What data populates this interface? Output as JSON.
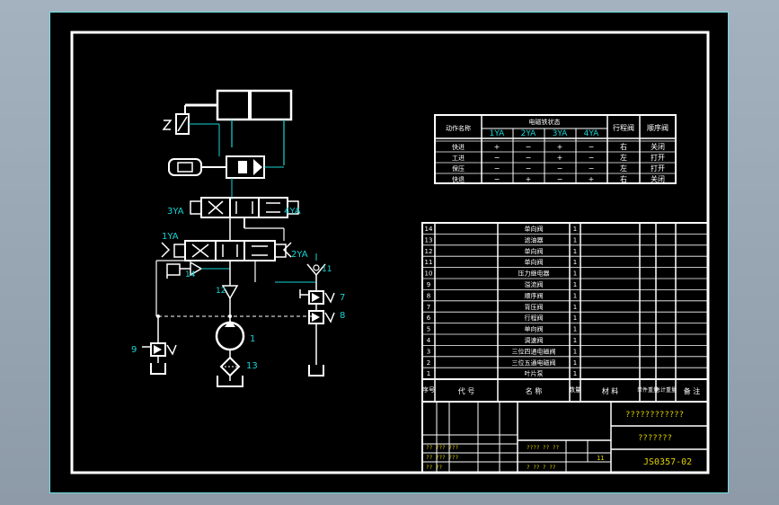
{
  "table1": {
    "action_header": "动作名称",
    "solenoid_header": "电磁铁状态",
    "travel_valve_header": "行程阀",
    "seq_valve_header": "顺序阀",
    "cols": [
      "1YA",
      "2YA",
      "3YA",
      "4YA"
    ],
    "rows": [
      {
        "name": "快进",
        "vals": [
          "+",
          "−",
          "+",
          "−"
        ],
        "travel": "右",
        "seq": "关闭"
      },
      {
        "name": "工进",
        "vals": [
          "−",
          "−",
          "+",
          "−"
        ],
        "travel": "左",
        "seq": "打开"
      },
      {
        "name": "保压",
        "vals": [
          "−",
          "−",
          "−",
          "−"
        ],
        "travel": "左",
        "seq": "打开"
      },
      {
        "name": "快退",
        "vals": [
          "−",
          "+",
          "−",
          "+"
        ],
        "travel": "右",
        "seq": "关闭"
      }
    ]
  },
  "parts": {
    "rows": [
      {
        "no": "14",
        "name": "单向阀",
        "qty": "1"
      },
      {
        "no": "13",
        "name": "滤油器",
        "qty": "1"
      },
      {
        "no": "12",
        "name": "单向阀",
        "qty": "1"
      },
      {
        "no": "11",
        "name": "单向阀",
        "qty": "1"
      },
      {
        "no": "10",
        "name": "压力继电器",
        "qty": "1"
      },
      {
        "no": "9",
        "name": "溢流阀",
        "qty": "1"
      },
      {
        "no": "8",
        "name": "顺序阀",
        "qty": "1"
      },
      {
        "no": "7",
        "name": "背压阀",
        "qty": "1"
      },
      {
        "no": "6",
        "name": "行程阀",
        "qty": "1"
      },
      {
        "no": "5",
        "name": "单向阀",
        "qty": "1"
      },
      {
        "no": "4",
        "name": "调速阀",
        "qty": "1"
      },
      {
        "no": "3",
        "name": "三位四通电磁阀",
        "qty": "1"
      },
      {
        "no": "2",
        "name": "三位五通电磁阀",
        "qty": "1"
      },
      {
        "no": "1",
        "name": "叶片泵",
        "qty": "1"
      }
    ],
    "header": {
      "seq": "序号",
      "code": "代 号",
      "name": "名 称",
      "qty": "数量",
      "material": "材 料",
      "unit_weight": "单件重量",
      "total_weight": "总计重量",
      "remark": "备 注"
    }
  },
  "title_block": {
    "title_text": "????????????",
    "subtitle_text": "???????",
    "drawing_no": "JS0357-02",
    "sheet_mark": "11"
  },
  "labels": {
    "3YA": "3YA",
    "4YA": "4YA",
    "1YA": "1YA",
    "2YA": "2YA",
    "n1": "1",
    "n7": "7",
    "n8": "8",
    "n9": "9",
    "n11": "11",
    "n12": "12",
    "n13": "13",
    "n14": "14"
  }
}
